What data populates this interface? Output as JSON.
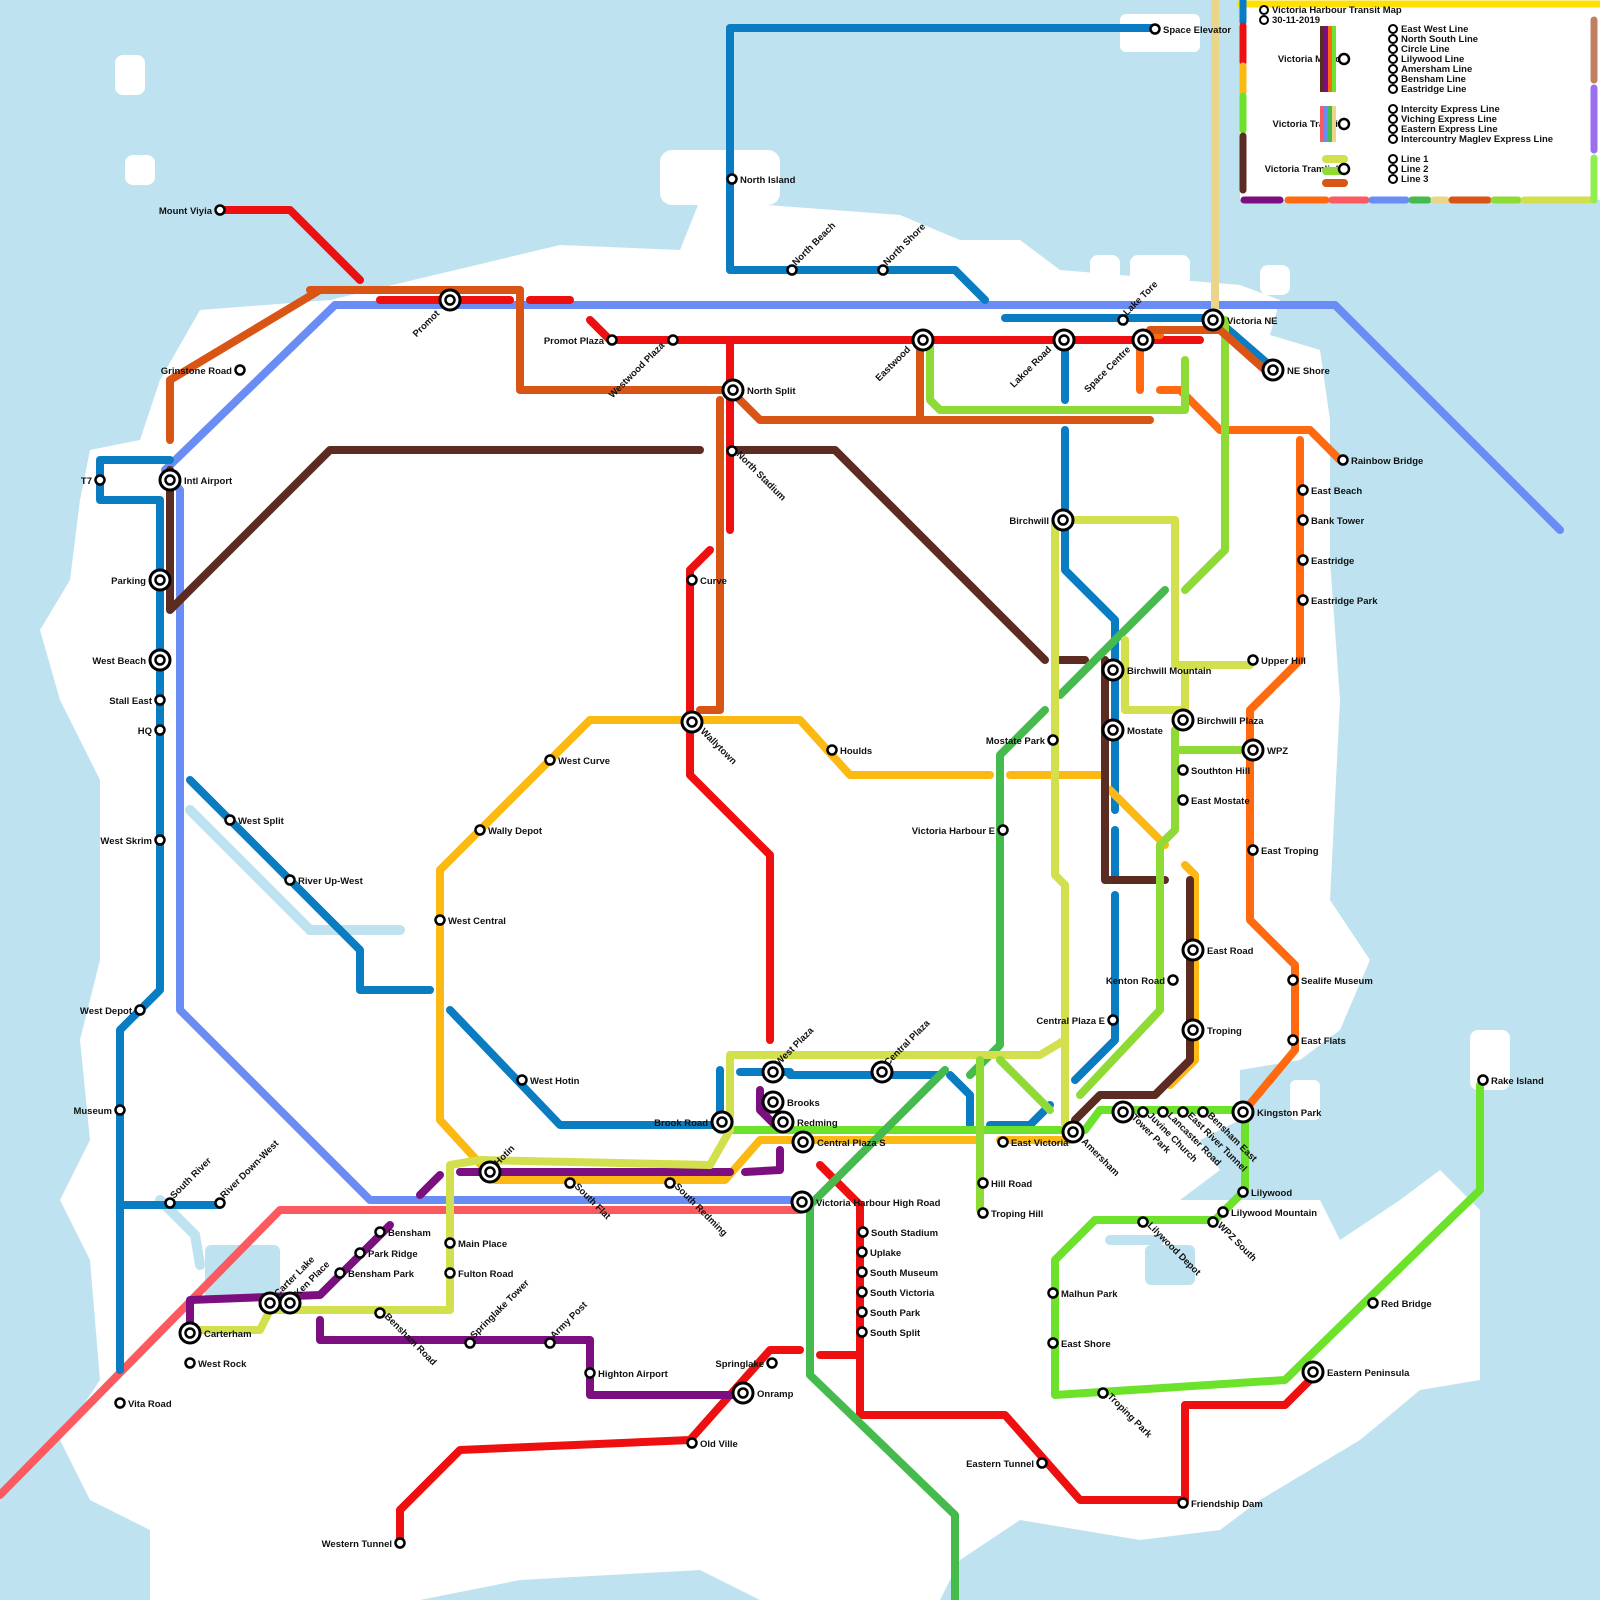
{
  "legend": {
    "title": "Victoria Harbour Transit Map",
    "date": "30-11-2019",
    "groups": [
      {
        "name": "Victoria Metro",
        "lines": [
          {
            "name": "East West Line",
            "color": "#0a7cc2"
          },
          {
            "name": "North South Line",
            "color": "#ee1010"
          },
          {
            "name": "Circle Line",
            "color": "#fdb913"
          },
          {
            "name": "Lilywood Line",
            "color": "#6ce22a"
          },
          {
            "name": "Amersham Line",
            "color": "#5c2b22"
          },
          {
            "name": "Bensham Line",
            "color": "#7b0f7f"
          },
          {
            "name": "Eastridge Line",
            "color": "#ff6a10"
          }
        ]
      },
      {
        "name": "Victoria Transit",
        "lines": [
          {
            "name": "Intercity Express Line",
            "color": "#fa5a60"
          },
          {
            "name": "Viching Express Line",
            "color": "#6a8cf5"
          },
          {
            "name": "Eastern Express Line",
            "color": "#45bb4e"
          },
          {
            "name": "Intercountry Maglev Express Line",
            "color": "#ead58a"
          }
        ]
      },
      {
        "name": "Victoria Tramlink",
        "lines": [
          {
            "name": "Line 1",
            "color": "#d2e04d"
          },
          {
            "name": "Line 2",
            "color": "#8fdb35"
          },
          {
            "name": "Line 3",
            "color": "#d95516"
          }
        ]
      }
    ]
  },
  "stations": [
    "Space Elevator",
    "North Island",
    "North Beach",
    "North Shore",
    "Mount Viyia",
    "Promot",
    "Promot Plaza",
    "Westwood Plaza",
    "North Split",
    "Grinstone Road",
    "Eastwood",
    "Lakoe Road",
    "Lake Tore",
    "Space Centre",
    "Victoria NE",
    "NE Shore",
    "T7",
    "Intl Airport",
    "North Stadium",
    "Rainbow Bridge",
    "East Beach",
    "Bank Tower",
    "Eastridge",
    "Eastridge Park",
    "Parking",
    "Curve",
    "Birchwill",
    "West Beach",
    "Stall East",
    "HQ",
    "Birchwill Mountain",
    "Upper Hill",
    "Mostate",
    "Birchwill Plaza",
    "Wallytown",
    "Houlds",
    "West Curve",
    "Mostate Park",
    "WPZ",
    "Southton Hill",
    "East Mostate",
    "West Split",
    "Wally Depot",
    "Victoria Harbour E",
    "West Skrim",
    "East Troping",
    "River Up-West",
    "West Central",
    "East Road",
    "Kenton Road",
    "Sealife Museum",
    "West Depot",
    "Central Plaza E",
    "Troping",
    "East Flats",
    "West Plaza",
    "Central Plaza",
    "West Hotin",
    "Rake Island",
    "Brooks",
    "Museum",
    "Brook Road",
    "Redming",
    "Kingston Park",
    "Tower Park",
    "Juvine Church",
    "Lancaster Road",
    "East River Tunnel",
    "Bensham East",
    "Hotin",
    "Central Plaza S",
    "East Victoria",
    "Amersham",
    "South River",
    "River Down-West",
    "South Flat",
    "South Redming",
    "Victoria Harbour High Road",
    "Hill Road",
    "Lilywood",
    "Troping Hill",
    "Lilywood Mountain",
    "Bensham",
    "Lilywood Depot",
    "WPZ South",
    "South Stadium",
    "Main Place",
    "Park Ridge",
    "Uplake",
    "Carter Lake",
    "Ken Place",
    "Bensham Park",
    "Fulton Road",
    "South Museum",
    "Springlake Tower",
    "Malhun Park",
    "South Victoria",
    "Army Post",
    "Bensham Road",
    "South Park",
    "Carterham",
    "Red Bridge",
    "South Split",
    "East Shore",
    "West Rock",
    "Highton Airport",
    "Springlake",
    "Eastern Peninsula",
    "Onramp",
    "Troping Park",
    "Vita Road",
    "Old Ville",
    "Eastern Tunnel",
    "Friendship Dam",
    "Western Tunnel"
  ]
}
